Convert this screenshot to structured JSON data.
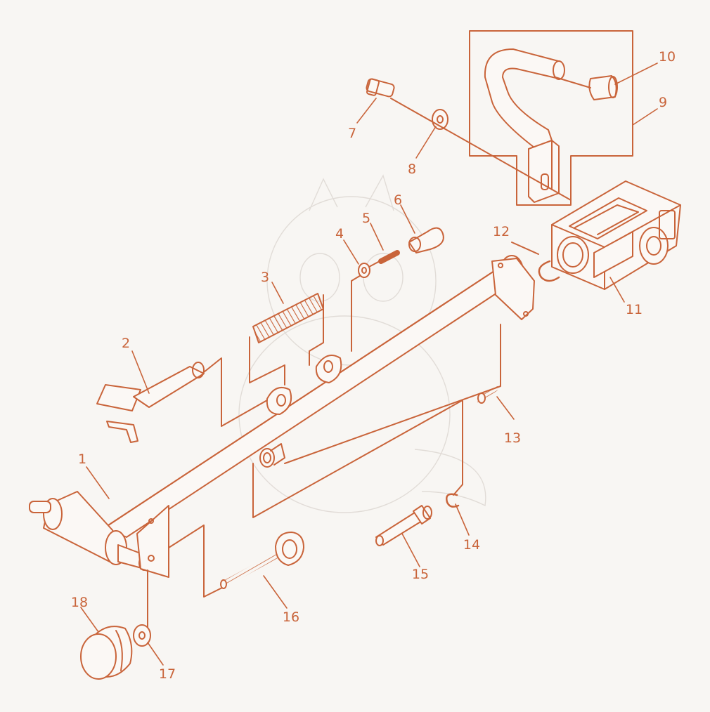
{
  "colors": {
    "background": "#f8f6f3",
    "line": "#c9643a",
    "watermark": "#d8d2cc"
  },
  "callouts": [
    {
      "number": "1"
    },
    {
      "number": "2"
    },
    {
      "number": "3"
    },
    {
      "number": "4"
    },
    {
      "number": "5"
    },
    {
      "number": "6"
    },
    {
      "number": "7"
    },
    {
      "number": "8"
    },
    {
      "number": "9"
    },
    {
      "number": "10"
    },
    {
      "number": "11"
    },
    {
      "number": "12"
    },
    {
      "number": "13"
    },
    {
      "number": "14"
    },
    {
      "number": "15"
    },
    {
      "number": "16"
    },
    {
      "number": "17"
    },
    {
      "number": "18"
    }
  ]
}
